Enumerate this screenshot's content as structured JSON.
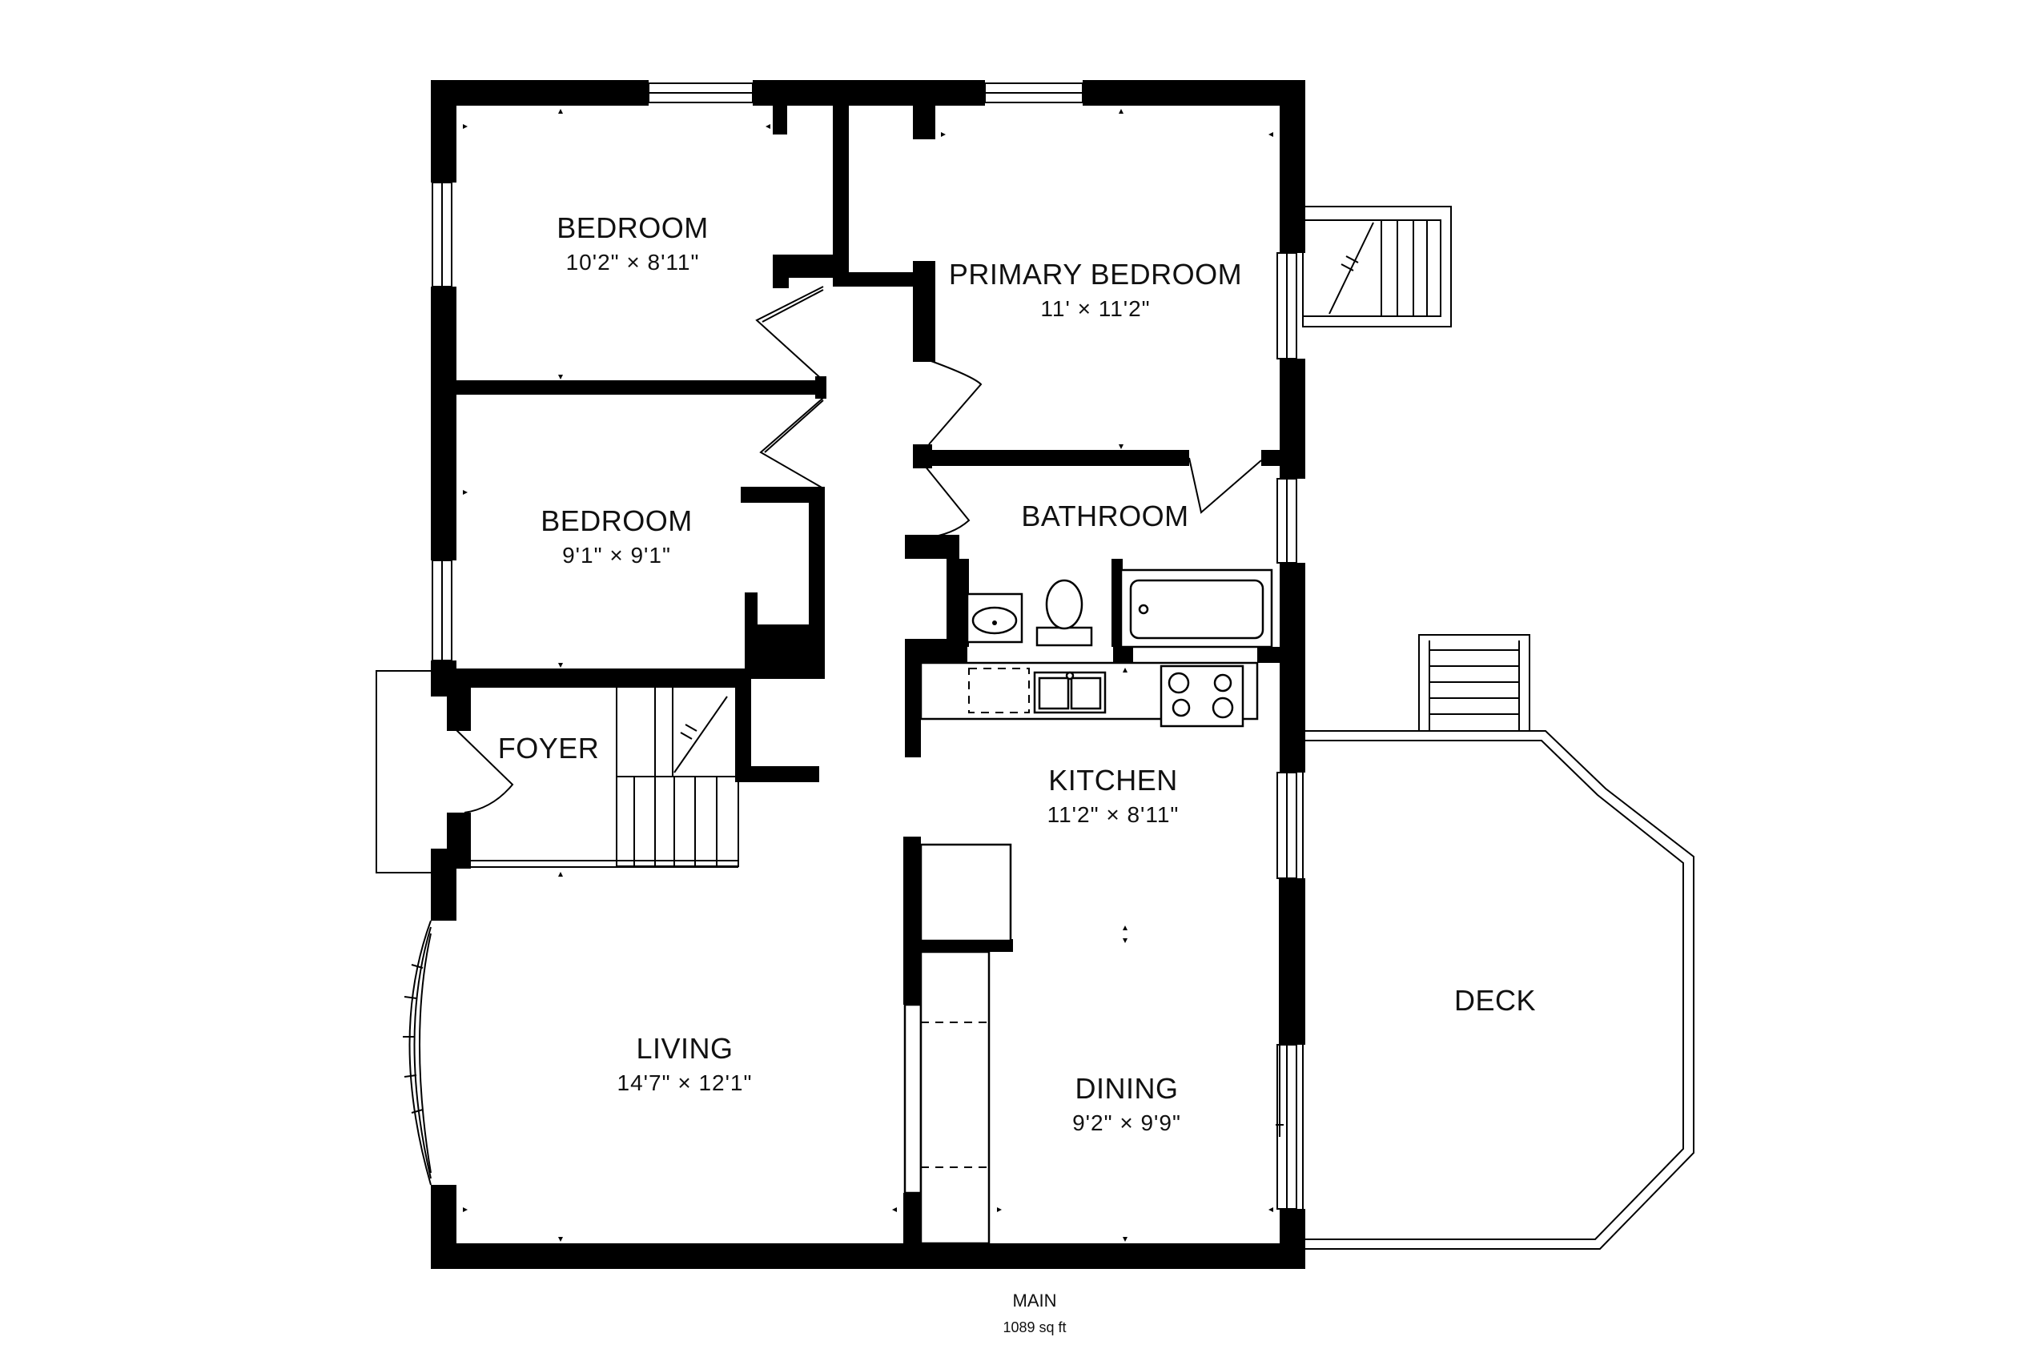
{
  "floor": {
    "name": "MAIN",
    "area": "1089 sq ft"
  },
  "rooms": {
    "bedroom1": {
      "name": "BEDROOM",
      "dims": "10'2\" × 8'11\""
    },
    "primary_bedroom": {
      "name": "PRIMARY BEDROOM",
      "dims": "11' × 11'2\""
    },
    "bedroom2": {
      "name": "BEDROOM",
      "dims": "9'1\" × 9'1\""
    },
    "bathroom": {
      "name": "BATHROOM"
    },
    "foyer": {
      "name": "FOYER"
    },
    "kitchen": {
      "name": "KITCHEN",
      "dims": "11'2\" × 8'11\""
    },
    "living": {
      "name": "LIVING",
      "dims": "14'7\" × 12'1\""
    },
    "dining": {
      "name": "DINING",
      "dims": "9'2\" × 9'9\""
    },
    "deck": {
      "name": "DECK"
    }
  },
  "colors": {
    "wall": "#000000",
    "background": "#ffffff"
  }
}
